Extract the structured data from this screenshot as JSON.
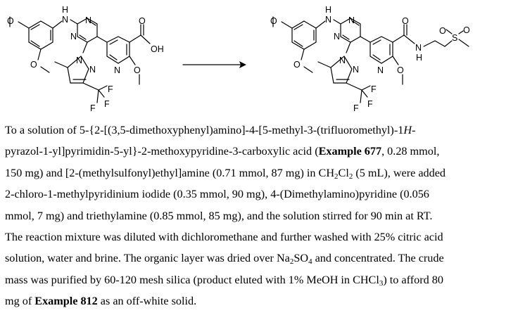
{
  "scheme": {
    "reactant_atoms": {
      "NH": "H",
      "N_amine": "N",
      "N_pyr1": "N",
      "N_pyr2": "N",
      "N_pz1": "N",
      "N_pz2": "N",
      "O_meo1": "O",
      "O_meo2": "O",
      "O_acid": "O",
      "OH": "OH",
      "N_py": "N",
      "O_py": "O",
      "F1": "F",
      "F2": "F",
      "F3": "F"
    },
    "product_atoms": {
      "NH": "H",
      "N_amine": "N",
      "N_pyr1": "N",
      "N_pyr2": "N",
      "N_pz1": "N",
      "N_pz2": "N",
      "O_meo1": "O",
      "O_meo2": "O",
      "O_amide": "O",
      "N_amide": "N",
      "H_amide": "H",
      "S": "S",
      "O_s1": "O",
      "O_s2": "O",
      "N_py": "N",
      "O_py": "O",
      "F1": "F",
      "F2": "F",
      "F3": "F"
    }
  },
  "paragraph": {
    "l1a": "To a solution of 5-{2-[(3,5-dimethoxyphenyl)amino]-4-[5-methyl-3-(trifluoromethyl)-1",
    "l1b": "H",
    "l1c": "-",
    "l2a": "pyrazol-1-yl]pyrimidin-5-yl}-2-methoxypyridine-3-carboxylic acid (",
    "l2b": "Example 677",
    "l2c": ", 0.28 mmol,",
    "l3a": "150 mg) and [2-(methylsulfonyl)ethyl]amine (0.71 mmol, 87 mg) in CH",
    "l3s": "2",
    "l3b": "Cl",
    "l3s2": "2",
    "l3c": " (5 mL), were added",
    "l4": "2-chloro-1-methylpyridinium iodide (0.35 mmol, 90 mg), 4-(Dimethylamino)pyridine (0.056",
    "l5": "mmol, 7 mg) and triethylamine (0.85 mmol, 85 mg), and the solution stirred for 90 min at RT.",
    "l6": "The reaction mixture was diluted with dichloromethane and further washed with 25% citric acid",
    "l7a": "solution, water and brine. The organic layer was dried over Na",
    "l7s": "2",
    "l7b": "SO",
    "l7s2": "4",
    "l7c": " and concentrated. The crude",
    "l8a": "mass was purified by 60-120 mesh silica (product eluted with 1% MeOH in CHCl",
    "l8s": "3",
    "l8b": ") to afford 80",
    "l9a": "mg of ",
    "l9b": "Example 812",
    "l9c": " as an off-white solid."
  }
}
